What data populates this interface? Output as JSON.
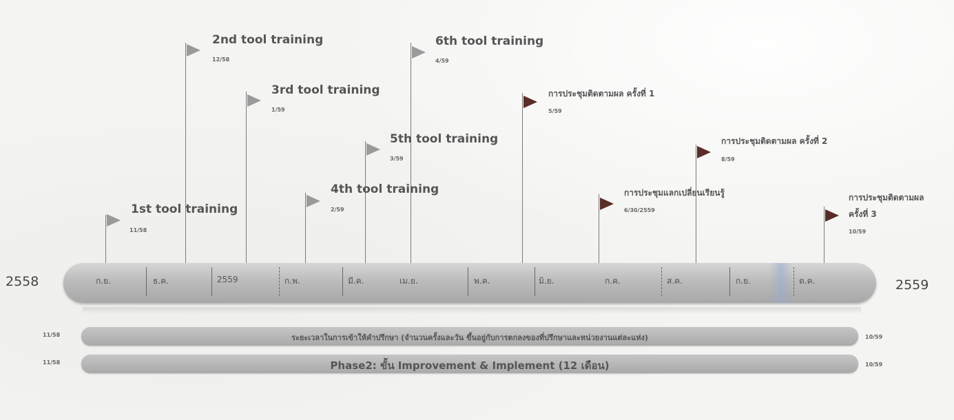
{
  "timeline": {
    "start_year": "2558",
    "end_year": "2559",
    "months": [
      "ก.ย.",
      "ธ.ค.",
      "2559",
      "ก.พ.",
      "มี.ค.",
      "เม.ย.",
      "พ.ค.",
      "มิ.ย.",
      "ก.ค.",
      "ส.ค.",
      "ก.ย.",
      "ต.ค."
    ]
  },
  "milestones": [
    {
      "title": "1st tool training",
      "date": "11/58"
    },
    {
      "title": "2nd tool training",
      "date": "12/58"
    },
    {
      "title": "3rd tool training",
      "date": "1/59"
    },
    {
      "title": "4th tool training",
      "date": "2/59"
    },
    {
      "title": "5th tool training",
      "date": "3/59"
    },
    {
      "title": "6th tool training",
      "date": "4/59"
    },
    {
      "title": "การประชุมติดตามผล ครั้งที่ 1",
      "date": "5/59"
    },
    {
      "title": "การประชุมแลกเปลี่ยนเรียนรู้",
      "date": "6/30/2559"
    },
    {
      "title": "การประชุมติดตามผล ครั้งที่ 2",
      "date": "8/59"
    },
    {
      "title_line1": "การประชุมติดตามผล",
      "title_line2": "ครั้งที่ 3",
      "date": "10/59"
    }
  ],
  "bars": [
    {
      "label": "ระยะเวลาในการเข้าให้คำปรึกษา (จำนวนครั้งและวัน ขึ้นอยู่กับการตกลงของที่ปรึกษาและหน่วยงานแต่ละแห่ง)",
      "start": "11/58",
      "end": "10/59"
    },
    {
      "label": "Phase2: ขั้น Improvement & Implement (12 เดือน)",
      "start": "11/58",
      "end": "10/59"
    }
  ],
  "colors": {
    "flag_gray": "#9a9a9a",
    "flag_dark": "#5a2d28",
    "bar": "#b5b5b5"
  }
}
